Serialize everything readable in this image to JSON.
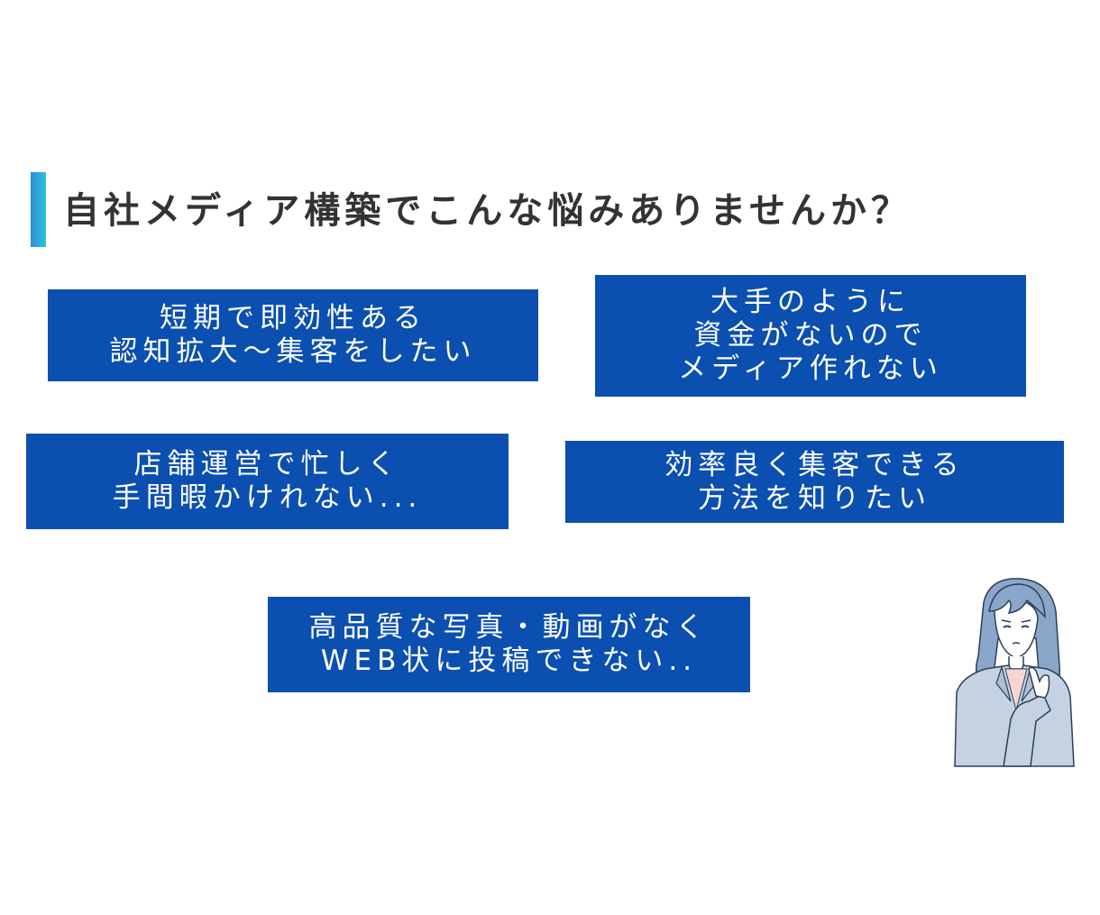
{
  "title": "自社メディア構築でこんな悩みありませんか？",
  "boxes": [
    {
      "lines": [
        "短期で即効性ある",
        "認知拡大〜集客をしたい"
      ]
    },
    {
      "lines": [
        "大手のように",
        "資金がないので",
        "メディア作れない"
      ]
    },
    {
      "lines": [
        "店舗運営で忙しく",
        "手間暇かけれない..."
      ]
    },
    {
      "lines": [
        "効率良く集客できる",
        "方法を知りたい"
      ]
    },
    {
      "lines": [
        "高品質な写真・動画がなく",
        "WEB状に投稿できない.."
      ]
    }
  ],
  "colors": {
    "box": "#0b4fb0",
    "accent": "#2fc1d9",
    "title": "#333333"
  },
  "illustration": "worried-woman-illustration"
}
